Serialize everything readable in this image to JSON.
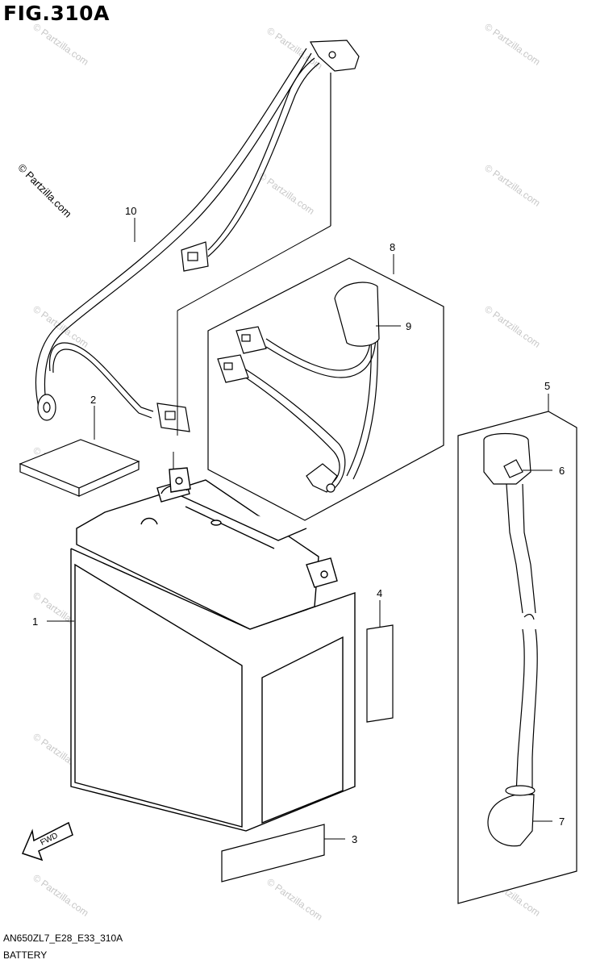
{
  "figure": {
    "title": "FIG.310A",
    "model_code": "AN650ZL7_E28_E33_310A",
    "name": "BATTERY",
    "copyright": "© Partzilla.com",
    "watermark": "© Partzilla.com",
    "fwd_label": "FWD"
  },
  "callouts": [
    {
      "id": "1",
      "label": "1"
    },
    {
      "id": "2",
      "label": "2"
    },
    {
      "id": "3",
      "label": "3"
    },
    {
      "id": "4",
      "label": "4"
    },
    {
      "id": "5",
      "label": "5"
    },
    {
      "id": "6",
      "label": "6"
    },
    {
      "id": "7",
      "label": "7"
    },
    {
      "id": "8",
      "label": "8"
    },
    {
      "id": "9",
      "label": "9"
    },
    {
      "id": "10",
      "label": "10"
    }
  ]
}
